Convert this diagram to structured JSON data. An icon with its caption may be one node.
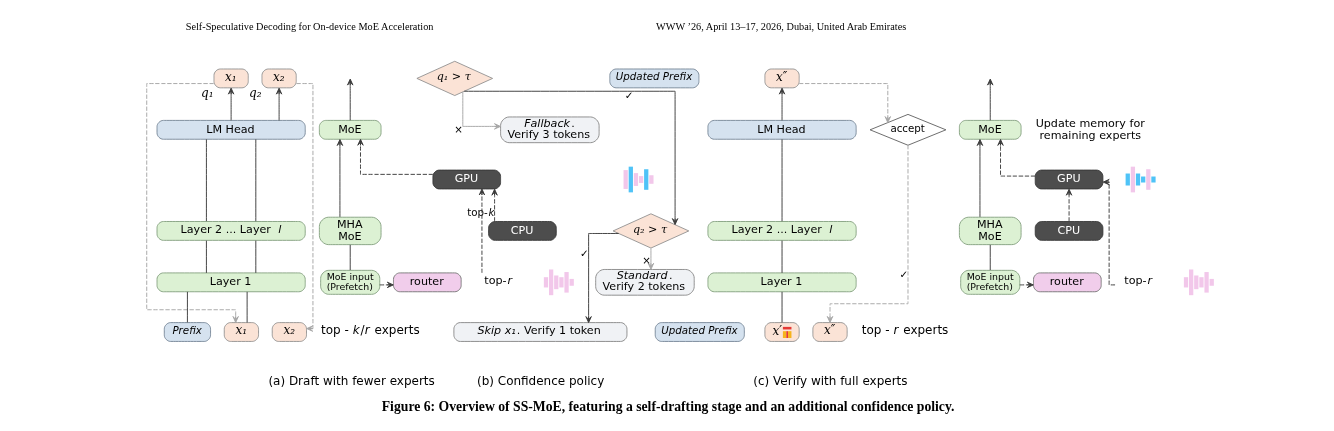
{
  "diagram": {
    "caption": "Figure 6: Overview of SS-MoE, featuring a self-drafting stage and an additional confidence policy.",
    "nodes": [
      {
        "text": [
          "x₁"
        ],
        "beside": [
          "q₁"
        ]
      },
      {
        "text": [
          "x₂"
        ],
        "beside": [
          "q₂"
        ]
      },
      {
        "text": [
          "LM Head"
        ]
      },
      {
        "text": [
          "Layer 2 ... Layer *l*"
        ]
      },
      {
        "text": [
          "Layer 1"
        ]
      },
      {
        "text": [
          "Prefix"
        ]
      },
      {
        "text": [
          "x₁"
        ]
      },
      {
        "text": [
          "x₂"
        ]
      },
      {
        "text": [
          "MoE"
        ]
      },
      {
        "text": [
          "GPU"
        ]
      },
      {
        "text": [
          "MHA MoE"
        ]
      },
      {
        "text": [
          "CPU"
        ]
      },
      {
        "text": [
          "MoE input (Prefetch)"
        ]
      },
      {
        "text": [
          "router"
        ]
      },
      {
        "text": [
          "top-*r*"
        ]
      },
      {
        "text": [
          "q₁ > τ"
        ]
      },
      {
        "text": [
          "*Fallback*. Verify 3 tokens"
        ]
      },
      {
        "text": [
          "q₂ > τ"
        ]
      },
      {
        "text": [
          "*Standard*. Verify 2 tokens"
        ]
      },
      {
        "text": [
          "*Skip x₁*. Verify 1 token"
        ]
      },
      {
        "text": [
          "Updated Prefix"
        ]
      },
      {
        "text": [
          "x″"
        ]
      },
      {
        "text": [
          "LM Head"
        ]
      },
      {
        "text": [
          "accept"
        ]
      },
      {
        "text": [
          "Layer 2 ... Layer *l*"
        ]
      },
      {
        "text": [
          "Layer 1"
        ]
      },
      {
        "text": [
          "Updated Prefix"
        ]
      },
      {
        "text": [
          "x′"
        ]
      },
      {
        "text": [
          "x″"
        ]
      },
      {
        "text": [
          "MoE"
        ]
      },
      {
        "text": [
          "GPU"
        ]
      },
      {
        "text": [
          "MHA MoE"
        ]
      },
      {
        "text": [
          "CPU"
        ]
      },
      {
        "text": [
          "MoE input (Prefetch)"
        ]
      },
      {
        "text": [
          "router"
        ]
      },
      {
        "text": [
          "top-*r*"
        ]
      }
    ],
    "edges": [
      {
        "from": 5,
        "to": 4,
        "arrow": "none"
      },
      {
        "from": 4,
        "to": 3,
        "arrow": "none"
      },
      {
        "from": 3,
        "to": 2,
        "arrow": "none"
      },
      {
        "from": 2,
        "to": 0,
        "arrow": "to"
      },
      {
        "from": 6,
        "to": 4,
        "arrow": "none"
      },
      {
        "from": 4,
        "to": 3,
        "arrow": "none"
      },
      {
        "from": 3,
        "to": 2,
        "arrow": "none"
      },
      {
        "from": 2,
        "to": 1,
        "arrow": "to"
      },
      {
        "from": 0,
        "to": 6,
        "arrow": "to",
        "style": "dashed",
        "color": "#a6a6a6"
      },
      {
        "from": 1,
        "to": 7,
        "arrow": "to",
        "style": "dashed",
        "color": "#a6a6a6"
      },
      {
        "from": 8,
        "to": null,
        "arrow": "to"
      },
      {
        "from": 10,
        "to": 8,
        "arrow": "to"
      },
      {
        "from": 9,
        "to": 8,
        "arrow": "to",
        "style": "dashed"
      },
      {
        "from": 12,
        "to": 10,
        "arrow": "none"
      },
      {
        "from": 12,
        "to": 13,
        "arrow": "to",
        "style": "dashed"
      },
      {
        "from": 11,
        "to": 9,
        "arrow": "to",
        "style": "dashed",
        "label": "top-*k*"
      },
      {
        "from": 14,
        "to": 9,
        "arrow": "to",
        "style": "dashed"
      },
      {
        "from": 15,
        "to": 16,
        "arrow": "to",
        "label": "×",
        "color": "#a6a6a6"
      },
      {
        "from": 15,
        "to": 17,
        "arrow": "to",
        "label": "✓"
      },
      {
        "from": 17,
        "to": 18,
        "arrow": "to",
        "label": "×",
        "color": "#a6a6a6"
      },
      {
        "from": 17,
        "to": 19,
        "arrow": "to",
        "label": "✓"
      },
      {
        "from": 27,
        "to": 25,
        "arrow": "none"
      },
      {
        "from": 25,
        "to": 24,
        "arrow": "none"
      },
      {
        "from": 24,
        "to": 22,
        "arrow": "none"
      },
      {
        "from": 22,
        "to": 21,
        "arrow": "to"
      },
      {
        "from": 21,
        "to": 23,
        "arrow": "to",
        "style": "dashed",
        "color": "#a6a6a6"
      },
      {
        "from": 23,
        "to": 28,
        "arrow": "to",
        "style": "dashed",
        "color": "#a6a6a6",
        "label": "✓"
      },
      {
        "from": 29,
        "to": null,
        "arrow": "to"
      },
      {
        "from": 31,
        "to": 29,
        "arrow": "to"
      },
      {
        "from": 30,
        "to": 29,
        "arrow": "to",
        "style": "dashed"
      },
      {
        "from": 33,
        "to": 31,
        "arrow": "none"
      },
      {
        "from": 33,
        "to": 34,
        "arrow": "to",
        "style": "dashed"
      },
      {
        "from": 32,
        "to": 30,
        "arrow": "to",
        "style": "dashed"
      },
      {
        "from": 35,
        "to": 30,
        "arrow": "to",
        "style": "dashed"
      }
    ],
    "labels": [
      "Self-Speculative Decoding for On-device MoE Acceleration",
      "WWW ’26, April 13–17, 2026, Dubai, United Arab Emirates",
      "top - *k*/*r* experts",
      "Update memory for remaining experts",
      "top - *r* experts",
      "(a) Draft with fewer experts",
      "(b) Confidence policy",
      "(c) Verify with full experts"
    ]
  }
}
